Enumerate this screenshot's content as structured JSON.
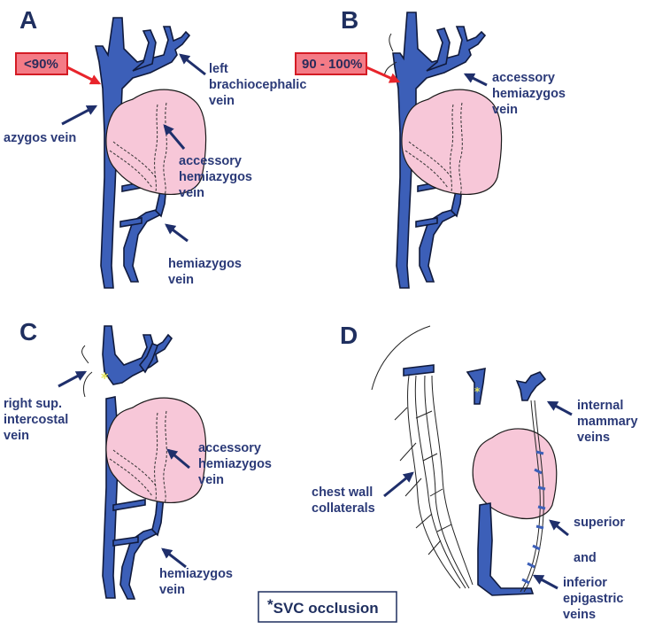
{
  "panels": {
    "a": {
      "letter": "A",
      "percent": "<90%",
      "labels": {
        "left_brachiocephalic": [
          "left",
          "brachiocephalic",
          "vein"
        ],
        "azygos": [
          "azygos vein"
        ],
        "accessory_hemiazygos": [
          "accessory",
          "hemiazygos",
          "vein"
        ],
        "hemiazygos": [
          "hemiazygos",
          "vein"
        ]
      }
    },
    "b": {
      "letter": "B",
      "percent": "90 - 100%",
      "labels": {
        "accessory_hemiazygos": [
          "accessory",
          "hemiazygos",
          "vein"
        ]
      }
    },
    "c": {
      "letter": "C",
      "labels": {
        "right_sup_intercostal": [
          "right sup.",
          "intercostal",
          "vein"
        ],
        "accessory_hemiazygos": [
          "accessory",
          "hemiazygos",
          "vein"
        ],
        "hemiazygos": [
          "hemiazygos",
          "vein"
        ]
      }
    },
    "d": {
      "letter": "D",
      "labels": {
        "internal_mammary": [
          "internal",
          "mammary",
          "veins"
        ],
        "chest_wall": [
          "chest wall",
          "collaterals"
        ],
        "superior": [
          "superior"
        ],
        "and": [
          "and"
        ],
        "inferior_epigastric": [
          "inferior",
          "epigastric",
          "veins"
        ]
      }
    }
  },
  "legend": {
    "asterisk": "*",
    "text": "SVC occlusion"
  },
  "colors": {
    "vein": "#3c5fb8",
    "heart": "#f7c7d8",
    "label": "#2b3a78",
    "red_arrow": "#e8242b",
    "red_box": "#f47b86",
    "asterisk": "#e6e65a"
  }
}
